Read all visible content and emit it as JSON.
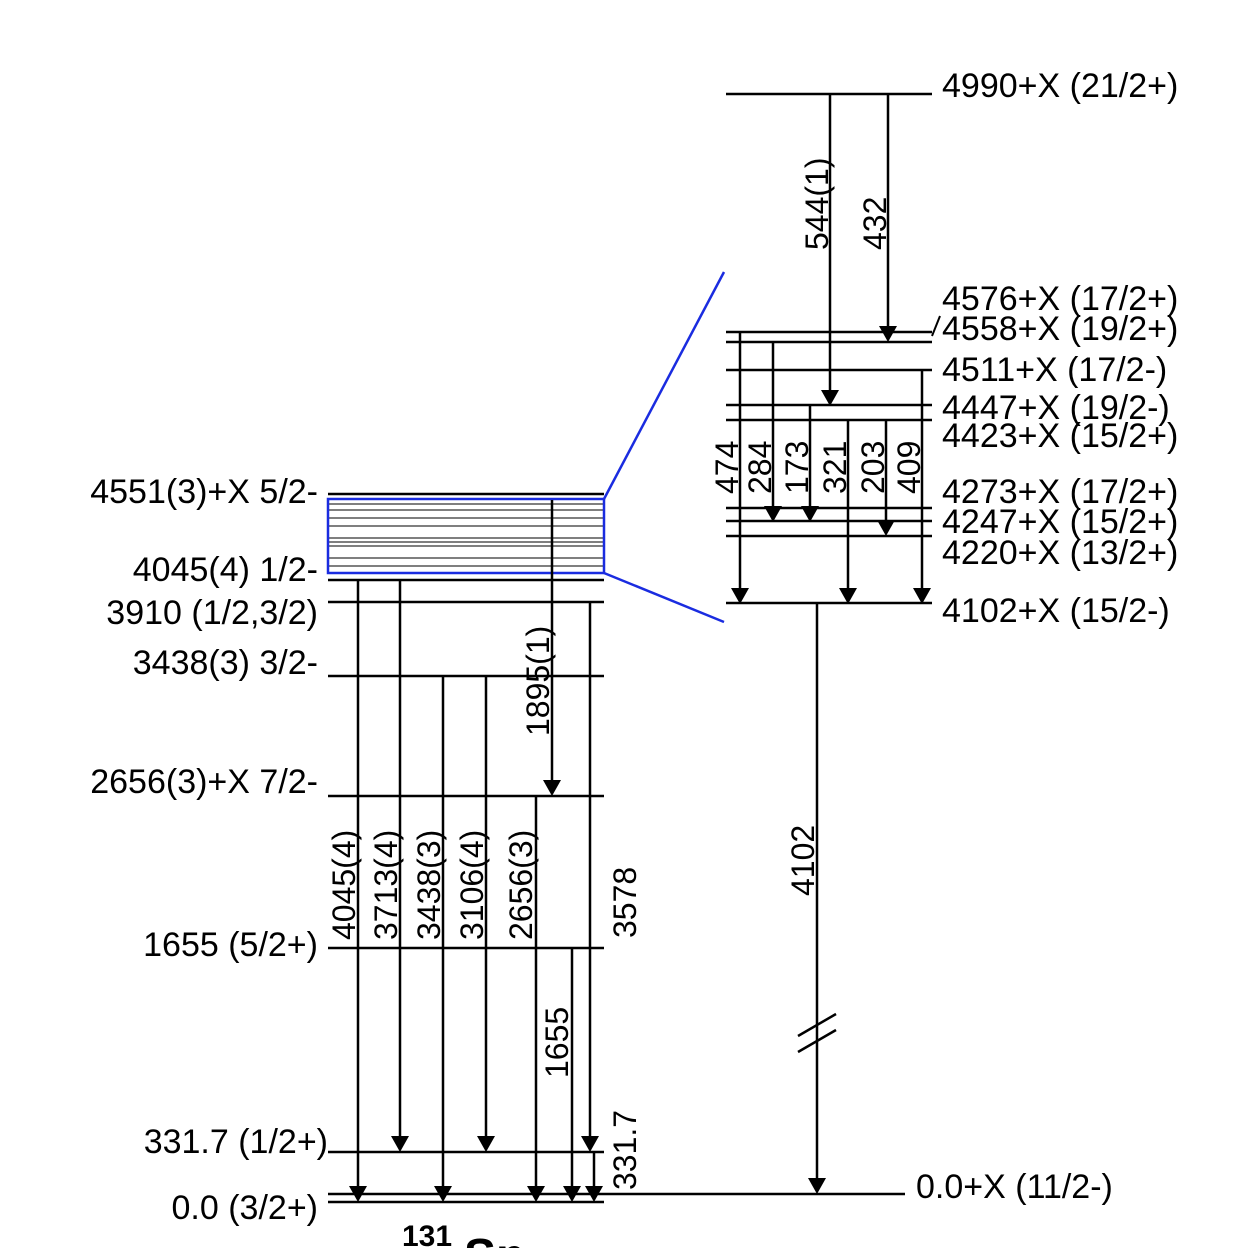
{
  "left_levels": [
    {
      "label": "4551(3)+X 5/2-"
    },
    {
      "label": "4045(4) 1/2-"
    },
    {
      "label": "3910 (1/2,3/2)"
    },
    {
      "label": "3438(3) 3/2-"
    },
    {
      "label": "2656(3)+X 7/2-"
    },
    {
      "label": "1655 (5/2+)"
    },
    {
      "label": "331.7 (1/2+)"
    },
    {
      "label": "0.0 (3/2+)"
    }
  ],
  "right_levels": [
    {
      "label": "4990+X (21/2+)"
    },
    {
      "label": "4576+X (17/2+)"
    },
    {
      "label": "4558+X (19/2+)"
    },
    {
      "label": "4511+X (17/2-)"
    },
    {
      "label": "4447+X (19/2-)"
    },
    {
      "label": "4423+X (15/2+)"
    },
    {
      "label": "4273+X (17/2+)"
    },
    {
      "label": "4247+X (15/2+)"
    },
    {
      "label": "4220+X (13/2+)"
    },
    {
      "label": "4102+X (15/2-)"
    },
    {
      "label": "0.0+X (11/2-)"
    }
  ],
  "left_gammas": [
    {
      "label": "1895(1)"
    },
    {
      "label": "4045(4)"
    },
    {
      "label": "3713(4)"
    },
    {
      "label": "3438(3)"
    },
    {
      "label": "3106(4)"
    },
    {
      "label": "2656(3)"
    },
    {
      "label": "3578"
    },
    {
      "label": "1655"
    },
    {
      "label": "331.7"
    }
  ],
  "right_gammas": [
    {
      "label": "544(1)"
    },
    {
      "label": "432"
    },
    {
      "label": "474"
    },
    {
      "label": "284"
    },
    {
      "label": "173"
    },
    {
      "label": "321"
    },
    {
      "label": "203"
    },
    {
      "label": "409"
    },
    {
      "label": "4102"
    }
  ],
  "nucleus_label": {
    "mass": "131",
    "symbol": "Sn"
  },
  "colors": {
    "line": "#000000",
    "highlight": "#1a2ce0"
  }
}
